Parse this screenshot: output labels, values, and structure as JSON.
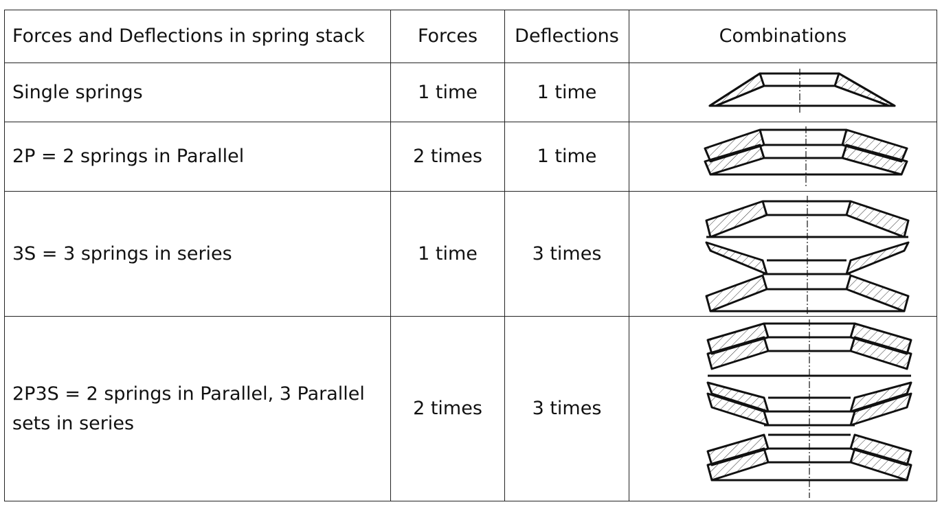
{
  "header": {
    "col1": "Forces and Deflections in spring stack",
    "col2": "Forces",
    "col3": "Deflections",
    "col4": "Combinations"
  },
  "rows": [
    {
      "label": "Single springs",
      "forces": "1 time",
      "deflections": "1 time",
      "combination_icon": "single-spring-diagram"
    },
    {
      "label": "2P = 2 springs in Parallel",
      "forces": "2 times",
      "deflections": "1 time",
      "combination_icon": "parallel-2-springs-diagram"
    },
    {
      "label": "3S = 3 springs in series",
      "forces": "1 time",
      "deflections": "3 times",
      "combination_icon": "series-3-springs-diagram"
    },
    {
      "label": "2P3S = 2 springs in Parallel, 3 Parallel sets in series",
      "forces": "2 times",
      "deflections": "3 times",
      "combination_icon": "parallel-series-2p3s-diagram"
    }
  ]
}
